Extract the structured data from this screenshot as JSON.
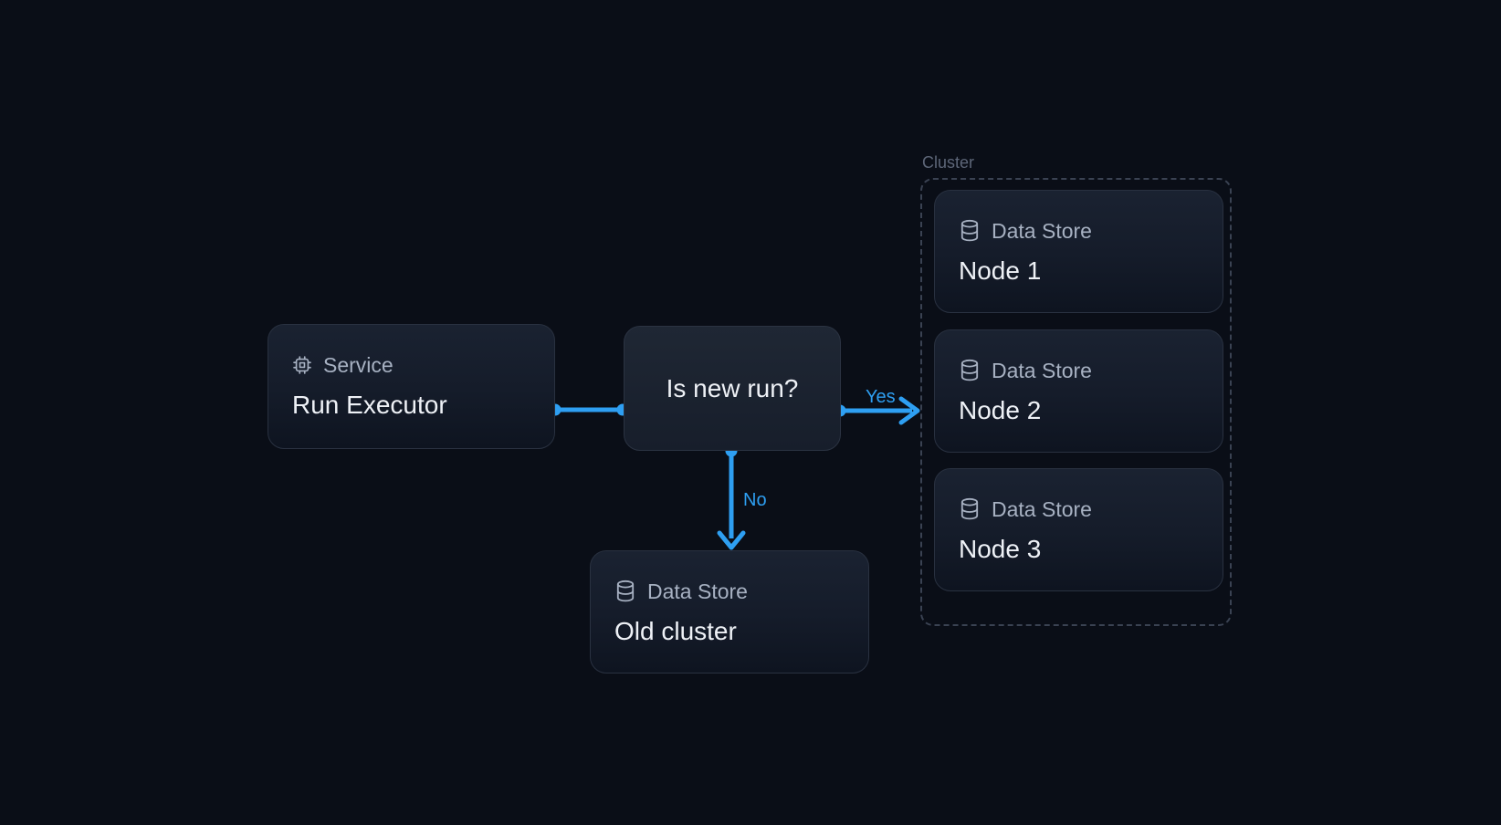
{
  "diagram": {
    "colors": {
      "canvas_bg": "#0a0e17",
      "accent_blue": "#2e9ff2",
      "card_border": "#293140",
      "cluster_dash": "#3a4252",
      "title_text": "#eef1f6",
      "label_text": "#a7b1c2",
      "cluster_label_text": "#5d6678"
    },
    "service_node": {
      "icon": "cpu-icon",
      "type_label": "Service",
      "title": "Run Executor"
    },
    "decision_node": {
      "title": "Is new run?"
    },
    "cluster": {
      "label": "Cluster",
      "nodes": [
        {
          "icon": "database-icon",
          "type_label": "Data Store",
          "title": "Node 1"
        },
        {
          "icon": "database-icon",
          "type_label": "Data Store",
          "title": "Node 2"
        },
        {
          "icon": "database-icon",
          "type_label": "Data Store",
          "title": "Node 3"
        }
      ]
    },
    "old_cluster_node": {
      "icon": "database-icon",
      "type_label": "Data Store",
      "title": "Old cluster"
    },
    "edges": {
      "yes_label": "Yes",
      "no_label": "No"
    }
  }
}
